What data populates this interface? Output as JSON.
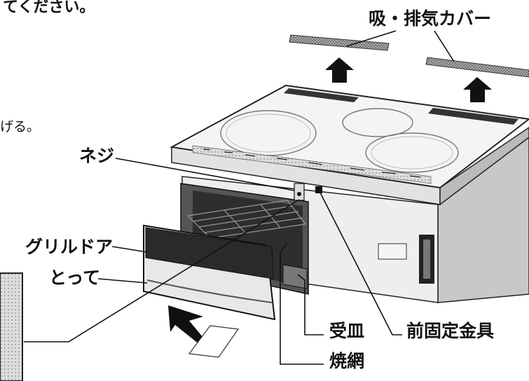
{
  "top_fragment": "てください。",
  "side_fragment": "げる。",
  "labels": {
    "vent_cover": "吸・排気カバー",
    "screw": "ネジ",
    "grill_door": "グリルドア",
    "handle": "とって",
    "drip_pan": "受皿",
    "grill_net": "焼網",
    "front_bracket": "前固定金具"
  }
}
